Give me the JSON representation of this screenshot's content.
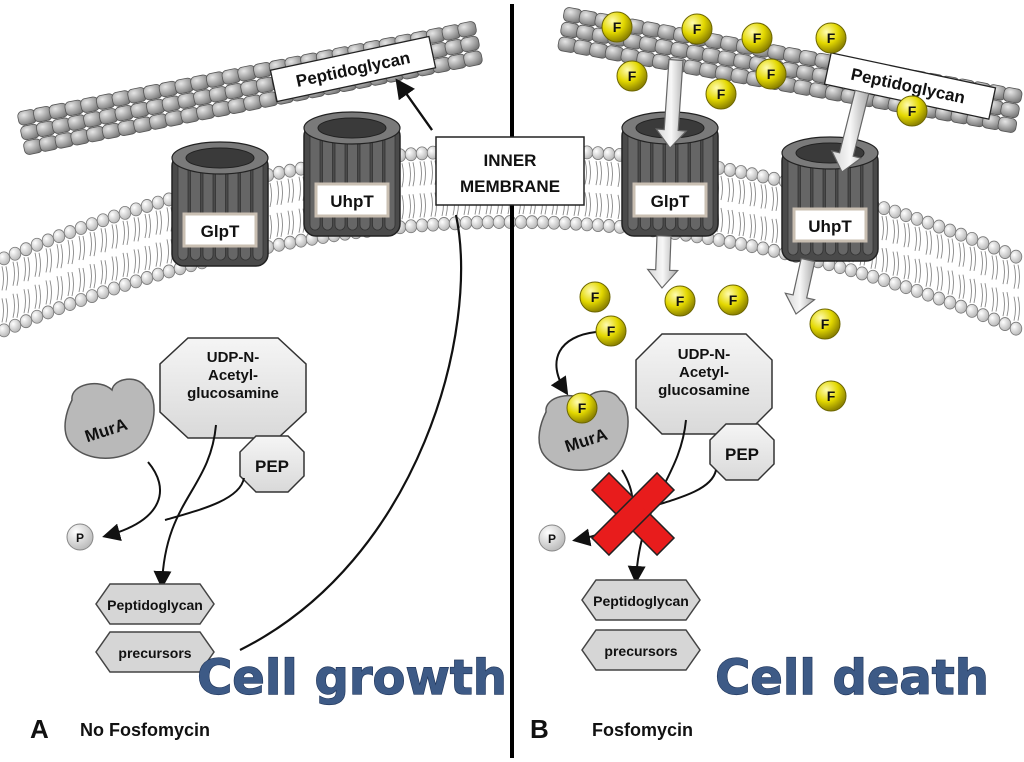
{
  "membrane_label": {
    "line1": "INNER",
    "line2": "MEMBRANE"
  },
  "panel_a": {
    "letter": "A",
    "condition": "No Fosfomycin",
    "peptidoglycan_label": "Peptidoglycan",
    "transporters": [
      "GlpT",
      "UhpT"
    ],
    "substrate": {
      "line1": "UDP-N-",
      "line2": "Acetyl-",
      "line3": "glucosamine"
    },
    "enzyme": "MurA",
    "pep": "PEP",
    "phosphate": "P",
    "precursor_top": "Peptidoglycan",
    "precursor_bottom": "precursors",
    "outcome": "Cell growth"
  },
  "panel_b": {
    "letter": "B",
    "condition": "Fosfomycin",
    "peptidoglycan_label": "Peptidoglycan",
    "transporters": [
      "GlpT",
      "UhpT"
    ],
    "substrate": {
      "line1": "UDP-N-",
      "line2": "Acetyl-",
      "line3": "glucosamine"
    },
    "enzyme": "MurA",
    "pep": "PEP",
    "phosphate": "P",
    "precursor_top": "Peptidoglycan",
    "precursor_bottom": "precursors",
    "outcome": "Cell death",
    "fosfomycin_marker": "F"
  },
  "colors": {
    "membrane_head": "#c8c8c8",
    "peptidoglycan_bead": "#9a9a9a",
    "transporter": "#555555",
    "fosfomycin": "#e8e000",
    "inhibition_x": "#e81c1c",
    "outcome_text": "#3d5a86"
  }
}
